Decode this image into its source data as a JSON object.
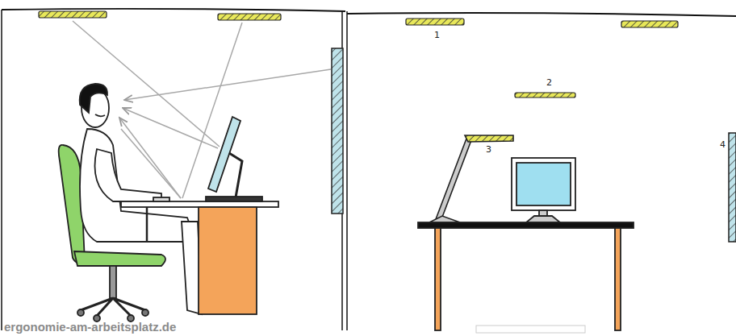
{
  "diagram": {
    "labels": [
      "1",
      "2",
      "3",
      "4",
      "ergonomie-am-arbeitsplatz.de"
    ]
  }
}
